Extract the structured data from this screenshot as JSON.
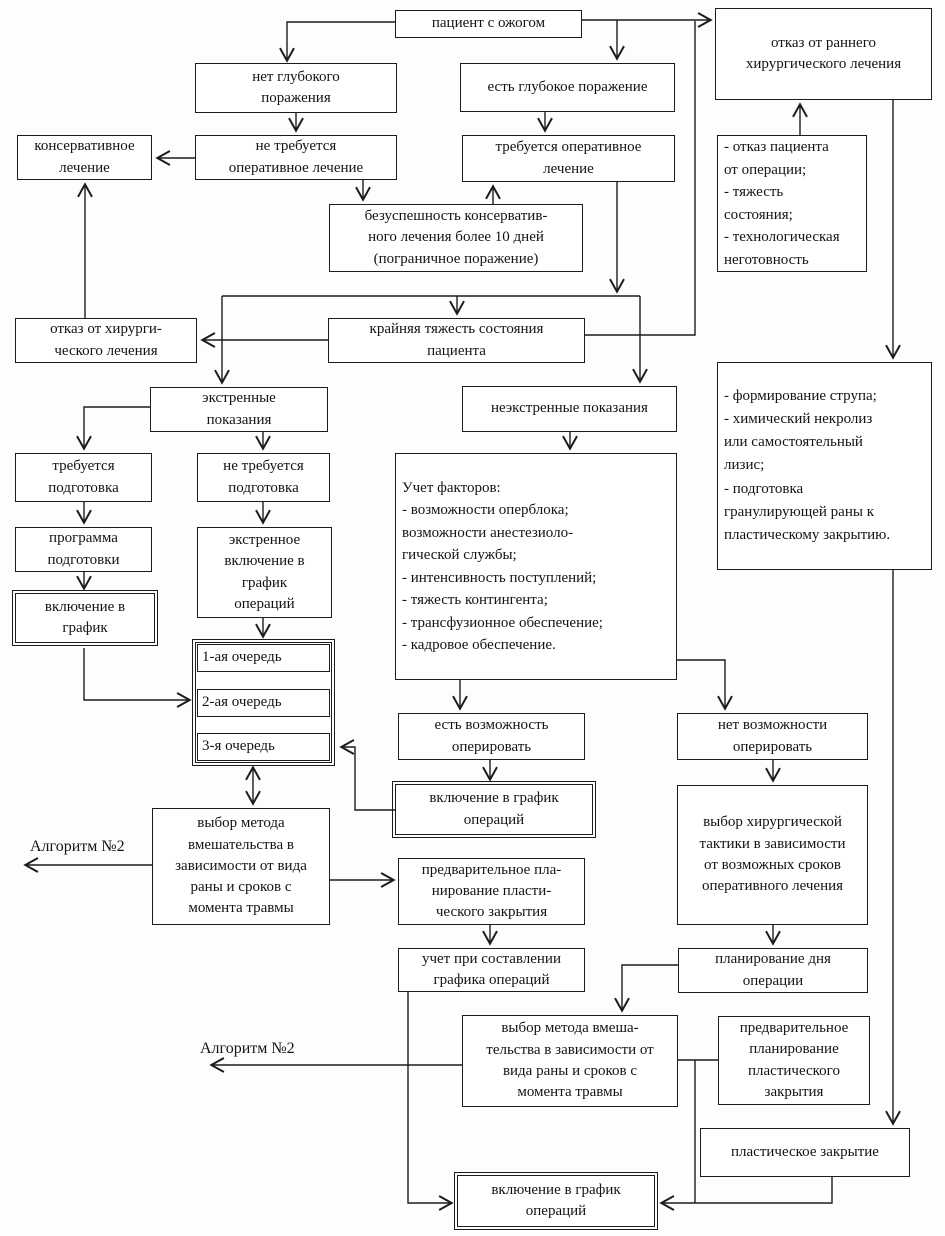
{
  "nodes": {
    "patient": {
      "text": "пациент с ожогом"
    },
    "no_deep_lesion": {
      "text": "нет глубокого\nпоражения"
    },
    "deep_lesion": {
      "text": "есть глубокое поражение"
    },
    "refuse_early_surgery": {
      "text": "отказ от раннего\nхирургического лечения"
    },
    "conservative": {
      "text": "консервативное\nлечение"
    },
    "no_surgery_required": {
      "text": "не требуется\nоперативное лечение"
    },
    "surgery_required": {
      "text": "требуется оперативное\nлечение"
    },
    "refusal_reasons": {
      "text": "- отказ пациента\nот операции;\n- тяжесть\nсостояния;\n- технологическая\nнеготовность"
    },
    "conservative_failure": {
      "text": "безуспешность консерватив-\nного лечения более 10 дней\n(пограничное поражение)"
    },
    "refuse_surgical": {
      "text": "отказ от хирурги-\nческого лечения"
    },
    "extreme_severity": {
      "text": "крайняя тяжесть состояния\nпациента"
    },
    "urgent_indications": {
      "text": "экстренные\nпоказания"
    },
    "nonurgent_indications": {
      "text": "неэкстренные показания"
    },
    "scab_formation": {
      "text": "- формирование струпа;\n- химический некролиз\nили самостоятельный\nлизис;\n- подготовка\nгранулирующей раны к\nпластическому закрытию."
    },
    "prep_required": {
      "text": "требуется\nподготовка"
    },
    "no_prep_required": {
      "text": "не требуется\nподготовка"
    },
    "factors": {
      "text": "Учет факторов:\n- возможности оперблока;\nвозможности анестезиоло-\nгической службы;\n- интенсивность поступлений;\n- тяжесть контингента;\n- трансфузионное обеспечение;\n- кадровое обеспечение."
    },
    "prep_program": {
      "text": "программа\nподготовки"
    },
    "urgent_schedule_inclusion": {
      "text": "экстренное\nвключение в\nграфик\nопераций"
    },
    "schedule_inclusion_left": {
      "text": "включение в\nграфик"
    },
    "can_operate": {
      "text": "есть возможность\nоперировать"
    },
    "cannot_operate": {
      "text": "нет возможности\nоперировать"
    },
    "schedule_inclusion_mid": {
      "text": "включение в график\nопераций"
    },
    "method_choice_left": {
      "text": "выбор метода\nвмешательства в\nзависимости от вида\nраны и сроков с\nмомента травмы"
    },
    "tactic_choice": {
      "text": "выбор хирургической\nтактики в зависимости\nот возможных сроков\nоперативного лечения"
    },
    "pre_planning_mid": {
      "text": "предварительное пла-\nнирование пласти-\nческого закрытия"
    },
    "schedule_account": {
      "text": "учет при составлении\nграфика операций"
    },
    "day_planning": {
      "text": "планирование дня\nоперации"
    },
    "method_choice_bottom": {
      "text": "выбор метода вмеша-\nтельства в зависимости от\nвида раны и сроков с\nмомента травмы"
    },
    "pre_planning_right": {
      "text": "предварительное\nпланирование\nпластического\nзакрытия"
    },
    "plastic_closure": {
      "text": "пластическое закрытие"
    },
    "schedule_inclusion_bottom": {
      "text": "включение в график\nопераций"
    }
  },
  "queue": {
    "rows": [
      "1-ая очередь",
      "2-ая очередь",
      "3-я очередь"
    ]
  },
  "labels": {
    "algorithm2_top": "Алгоритм №2",
    "algorithm2_bottom": "Алгоритм №2"
  },
  "colors": {
    "line": "#1c1c1c",
    "box_bg": "#ffffff"
  }
}
